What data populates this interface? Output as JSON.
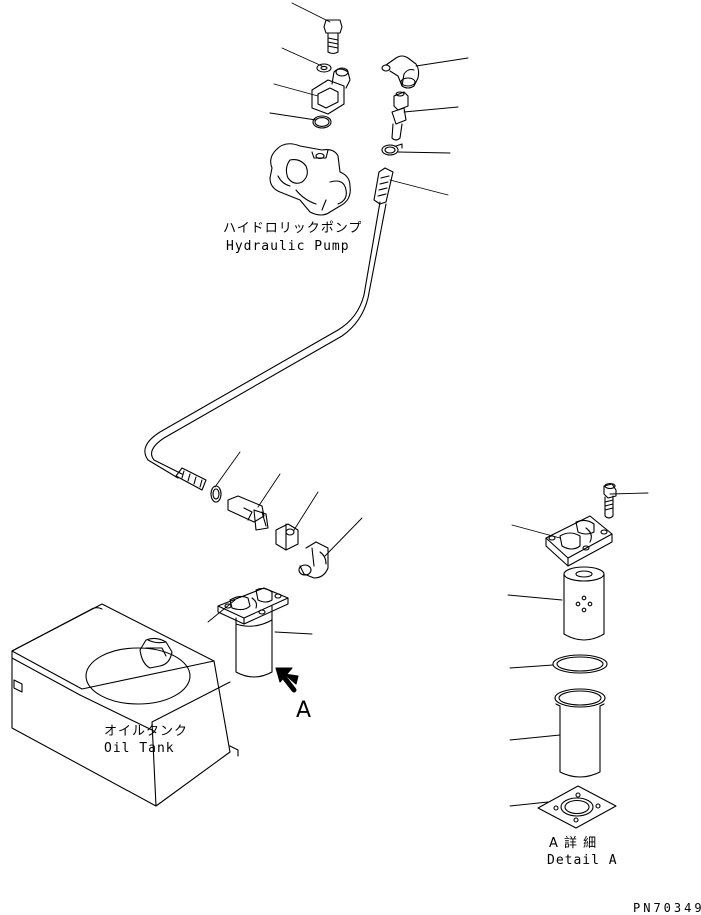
{
  "pump": {
    "label_jp": "ハイドロリックポンプ",
    "label_en": "Hydraulic Pump"
  },
  "tank": {
    "label_jp": "オイルタンク",
    "label_en": "Oil Tank"
  },
  "view_arrow": {
    "label": "A"
  },
  "detail": {
    "label_jp": "A 詳 細",
    "label_en": "Detail A"
  },
  "drawing_code": "PN70349",
  "colors": {
    "line": "#000000",
    "background": "#ffffff"
  }
}
